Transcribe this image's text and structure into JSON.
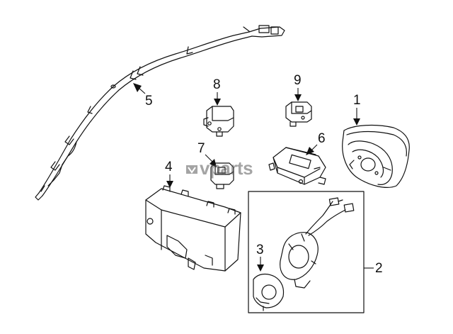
{
  "callouts": {
    "c1": "1",
    "c2": "2",
    "c3": "3",
    "c4": "4",
    "c5": "5",
    "c6": "6",
    "c7": "7",
    "c8": "8",
    "c9": "9"
  },
  "watermark": "vparts"
}
